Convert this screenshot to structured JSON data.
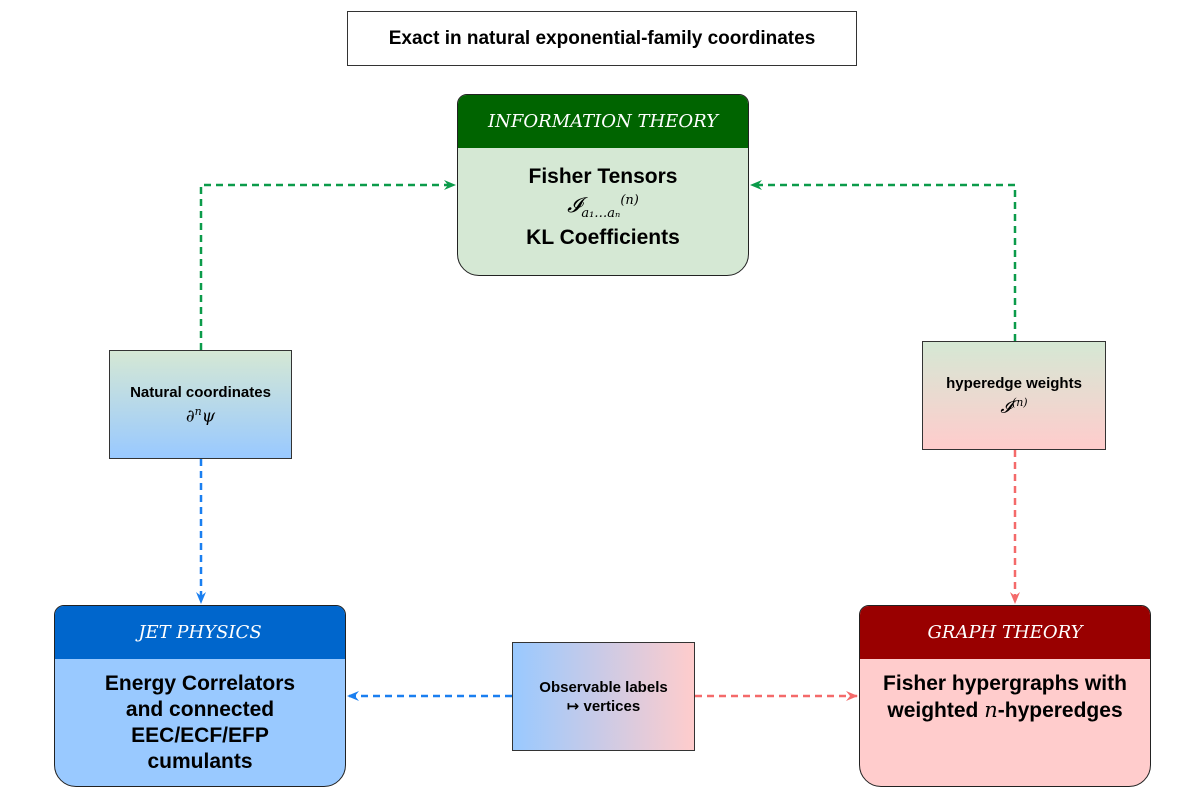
{
  "header": {
    "text": "Exact in natural exponential-family coordinates"
  },
  "nodes": {
    "info": {
      "title": "INFORMATION THEORY",
      "line1": "Fisher Tensors",
      "math_symbol": "𝓘",
      "math_sub": "a₁…aₙ",
      "math_sup": "(n)",
      "line3": "KL Coefficients"
    },
    "jet": {
      "title": "JET PHYSICS",
      "line1": "Energy Correlators",
      "line2": "and connected",
      "line3": "EEC/ECF/EFP",
      "line4": "cumulants"
    },
    "graph": {
      "title": "GRAPH THEORY",
      "line1": "Fisher hypergraphs with",
      "line2_pre": "weighted ",
      "line2_math": "n",
      "line2_post": "-hyperedges"
    }
  },
  "labels": {
    "natural": {
      "text": "Natural coordinates",
      "math": "∂",
      "math_sup": "n",
      "math_tail": "ψ"
    },
    "hyper": {
      "text": "hyperedge weights",
      "math": "𝓘",
      "math_sup": "(n)"
    },
    "observable": {
      "line1": "Observable labels",
      "line2": "↦ vertices"
    }
  },
  "colors": {
    "info_accent": "#006400",
    "info_fill": "#d5e8d4",
    "green_arrow": "#0b9b4a",
    "jet_accent": "#0066cc",
    "jet_fill": "#99c9ff",
    "blue_arrow": "#1a7ff0",
    "graph_accent": "#990000",
    "graph_fill": "#ffcccc",
    "red_arrow": "#f46a6a"
  }
}
